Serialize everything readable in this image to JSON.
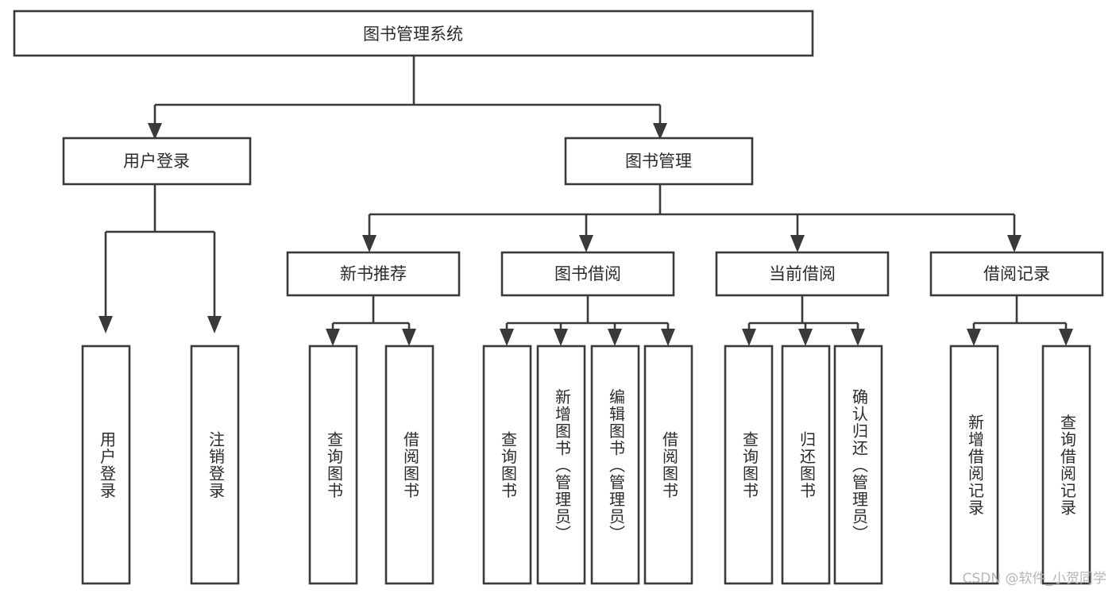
{
  "diagram": {
    "type": "tree",
    "title": "图书管理系统",
    "root": {
      "id": "root",
      "label": "图书管理系统",
      "orientation": "horizontal"
    },
    "level1": [
      {
        "id": "user-login",
        "label": "用户登录",
        "orientation": "horizontal"
      },
      {
        "id": "book-manage",
        "label": "图书管理",
        "orientation": "horizontal"
      }
    ],
    "level2": [
      {
        "id": "new-book-recommend",
        "label": "新书推荐",
        "parent": "book-manage",
        "orientation": "horizontal"
      },
      {
        "id": "book-borrow",
        "label": "图书借阅",
        "parent": "book-manage",
        "orientation": "horizontal"
      },
      {
        "id": "current-borrow",
        "label": "当前借阅",
        "parent": "book-manage",
        "orientation": "horizontal"
      },
      {
        "id": "borrow-record",
        "label": "借阅记录",
        "parent": "book-manage",
        "orientation": "horizontal"
      }
    ],
    "leaves": [
      {
        "id": "leaf-user-login",
        "label": "用户登录",
        "parent": "user-login",
        "orientation": "vertical"
      },
      {
        "id": "leaf-user-logout",
        "label": "注销登录",
        "parent": "user-login",
        "orientation": "vertical"
      },
      {
        "id": "leaf-query-book-1",
        "label": "查询图书",
        "parent": "new-book-recommend",
        "orientation": "vertical"
      },
      {
        "id": "leaf-borrow-book-1",
        "label": "借阅图书",
        "parent": "new-book-recommend",
        "orientation": "vertical"
      },
      {
        "id": "leaf-query-book-2",
        "label": "查询图书",
        "parent": "book-borrow",
        "orientation": "vertical"
      },
      {
        "id": "leaf-add-book",
        "label": "新增图书（管理员）",
        "parent": "book-borrow",
        "orientation": "vertical"
      },
      {
        "id": "leaf-edit-book",
        "label": "编辑图书（管理员）",
        "parent": "book-borrow",
        "orientation": "vertical"
      },
      {
        "id": "leaf-borrow-book-2",
        "label": "借阅图书",
        "parent": "book-borrow",
        "orientation": "vertical"
      },
      {
        "id": "leaf-query-book-3",
        "label": "查询图书",
        "parent": "current-borrow",
        "orientation": "vertical"
      },
      {
        "id": "leaf-return-book",
        "label": "归还图书",
        "parent": "current-borrow",
        "orientation": "vertical"
      },
      {
        "id": "leaf-confirm-return",
        "label": "确认归还（管理员）",
        "parent": "current-borrow",
        "orientation": "vertical"
      },
      {
        "id": "leaf-add-record",
        "label": "新增借阅记录",
        "parent": "borrow-record",
        "orientation": "vertical"
      },
      {
        "id": "leaf-query-record",
        "label": "查询借阅记录",
        "parent": "borrow-record",
        "orientation": "vertical"
      }
    ],
    "colors": {
      "background": "#ffffff",
      "box_fill": "#ffffff",
      "box_stroke": "#3a3a3a",
      "connector": "#3a3a3a",
      "text": "#2b2b2b",
      "watermark": "#b6b6b6"
    }
  },
  "watermark": {
    "text": "CSDN @软件_小贺同学"
  }
}
